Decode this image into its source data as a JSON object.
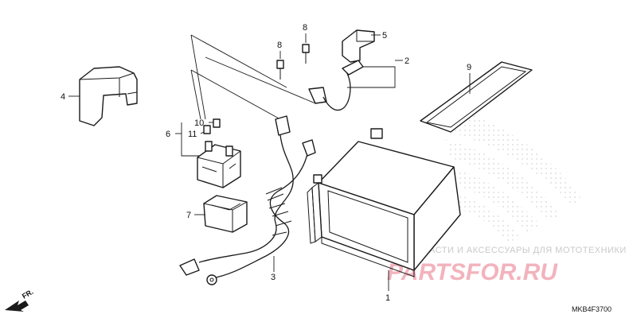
{
  "parts": [
    {
      "number": "1",
      "name": "battery"
    },
    {
      "number": "2",
      "name": "positive-cable"
    },
    {
      "number": "3",
      "name": "wire-harness"
    },
    {
      "number": "4",
      "name": "cover"
    },
    {
      "number": "5",
      "name": "terminal-cover"
    },
    {
      "number": "6",
      "name": "starter-relay"
    },
    {
      "number": "7",
      "name": "relay-case"
    },
    {
      "number": "8",
      "name": "bolt"
    },
    {
      "number": "9",
      "name": "battery-band"
    },
    {
      "number": "10",
      "name": "fuse-a"
    },
    {
      "number": "11",
      "name": "fuse-b"
    }
  ],
  "watermark": {
    "tagline": "ЗАПЧАСТИ И АКСЕССУАРЫ ДЛЯ МОТОТЕХНИКИ",
    "brand": "PARTSFOR.RU"
  },
  "direction_label": "FR.",
  "diagram_code": "MKB4F3700",
  "colors": {
    "line": "#1a1a1a",
    "watermark_brand": "#f2b3bd",
    "watermark_text": "#c9c9c9"
  }
}
